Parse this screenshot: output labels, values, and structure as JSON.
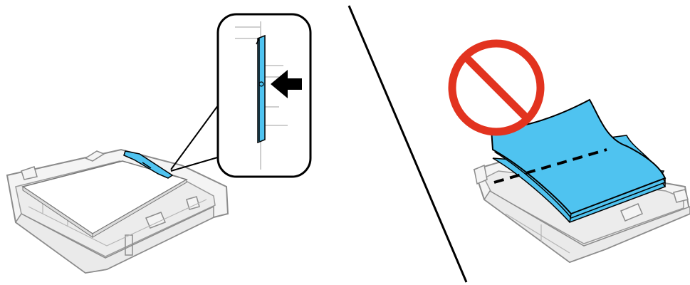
{
  "colors": {
    "paper_blue": "#4fc3f0",
    "prohibit_red": "#e2331f",
    "tray_fill": "#f4f4f4",
    "tray_stroke": "#8c8c8c",
    "outline": "#000000",
    "background": "#ffffff"
  },
  "icons": {
    "arrow": "left-pointing-arrow",
    "prohibited": "prohibition-sign",
    "fold_line": "dashed-fold-line"
  }
}
